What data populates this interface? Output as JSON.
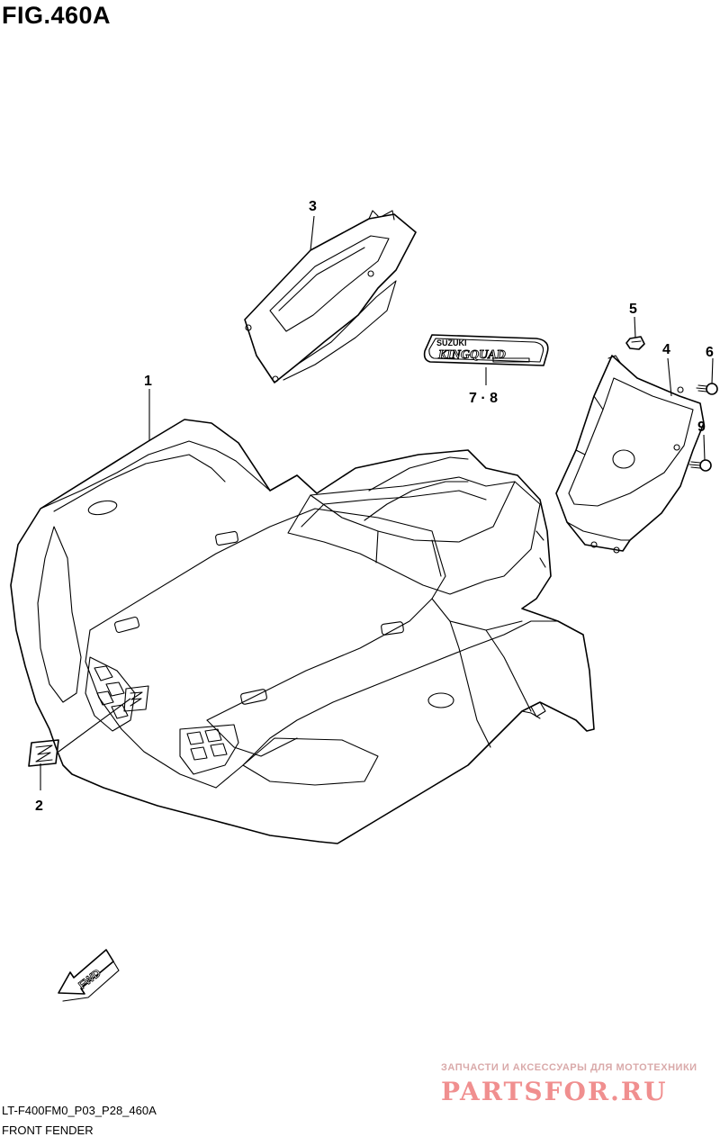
{
  "figure": {
    "title": "FIG.460A"
  },
  "callouts": {
    "fender": "1",
    "emblem": "2",
    "cover_left": "3",
    "cover_right": "4",
    "nut": "5",
    "screw_top": "6",
    "decal": "7 · 8",
    "screw_mid": "9"
  },
  "decal_text": {
    "brand": "SUZUKI",
    "model": "KINGQUAD"
  },
  "fwd_label": "FWD",
  "footer": {
    "code": "LT-F400FM0_P03_P28_460A",
    "name": "FRONT FENDER"
  },
  "watermark": {
    "tagline": "ЗАПЧАСТИ И АКСЕССУАРЫ ДЛЯ МОТОТЕХНИКИ",
    "brand": "PARTSFOR.RU"
  },
  "colors": {
    "line": "#000000",
    "background": "#ffffff",
    "watermark": "#f08f8f"
  }
}
